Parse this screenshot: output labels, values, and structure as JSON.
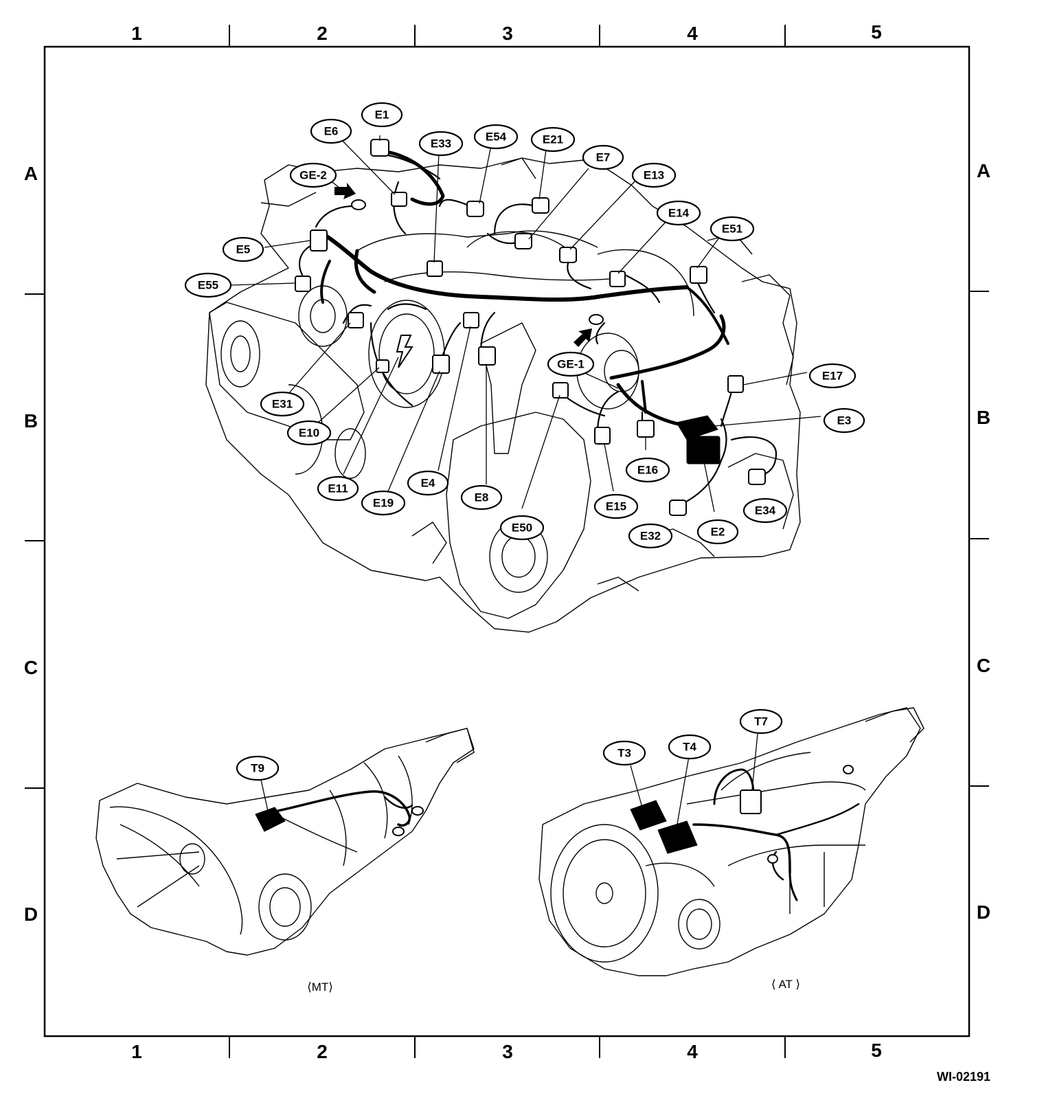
{
  "grid": {
    "columns": [
      "1",
      "2",
      "3",
      "4",
      "5"
    ],
    "rows": [
      "A",
      "B",
      "C",
      "D"
    ]
  },
  "connectors": {
    "E1": "E1",
    "E6": "E6",
    "E33": "E33",
    "E54": "E54",
    "E21": "E21",
    "E7": "E7",
    "E13": "E13",
    "E14": "E14",
    "E51": "E51",
    "GE2": "GE-2",
    "E5": "E5",
    "E55": "E55",
    "E31": "E31",
    "E10": "E10",
    "E11": "E11",
    "E19": "E19",
    "E4": "E4",
    "E8": "E8",
    "E50": "E50",
    "GE1": "GE-1",
    "E17": "E17",
    "E3": "E3",
    "E16": "E16",
    "E15": "E15",
    "E32": "E32",
    "E2": "E2",
    "E34": "E34",
    "T9": "T9",
    "T3": "T3",
    "T4": "T4",
    "T7": "T7"
  },
  "captions": {
    "mt": "⟨MT⟩",
    "at": "⟨ AT ⟩"
  },
  "figure_id": "WI-02191"
}
